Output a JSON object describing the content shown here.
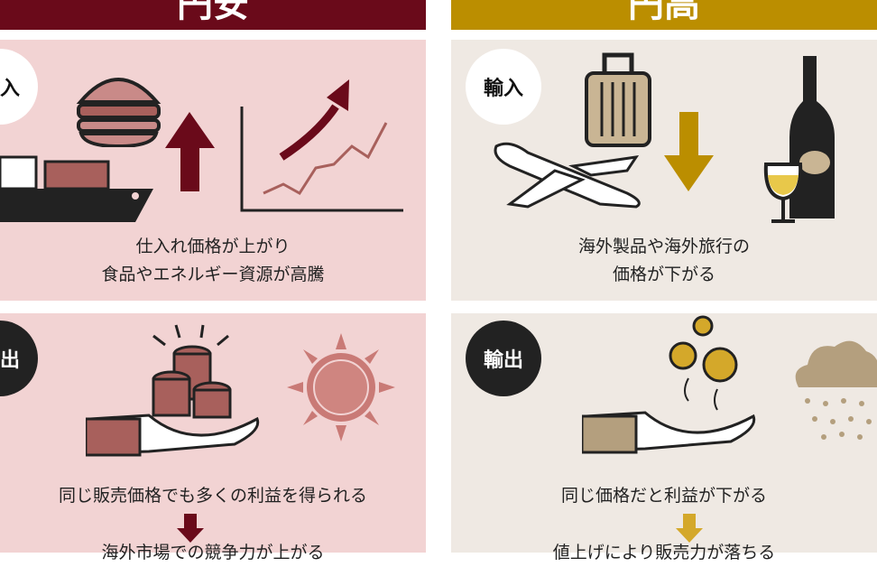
{
  "left": {
    "title": "円安",
    "color": "#6a0a1a",
    "import_badge": "輸入",
    "import_text": [
      "仕入れ価格が上がり",
      "食品やエネルギー資源が高騰"
    ],
    "export_badge": "輸出",
    "export_text": "同じ販売価格でも多くの利益を得られる",
    "export_result": "海外市場での競争力が上がる"
  },
  "right": {
    "title": "円高",
    "color": "#bb8e00",
    "import_badge": "輸入",
    "import_text": [
      "海外製品や海外旅行の",
      "価格が下がる"
    ],
    "export_badge": "輸出",
    "export_text": "同じ価格だと利益が下がる",
    "export_result": "値上げにより販売力が落ちる"
  }
}
